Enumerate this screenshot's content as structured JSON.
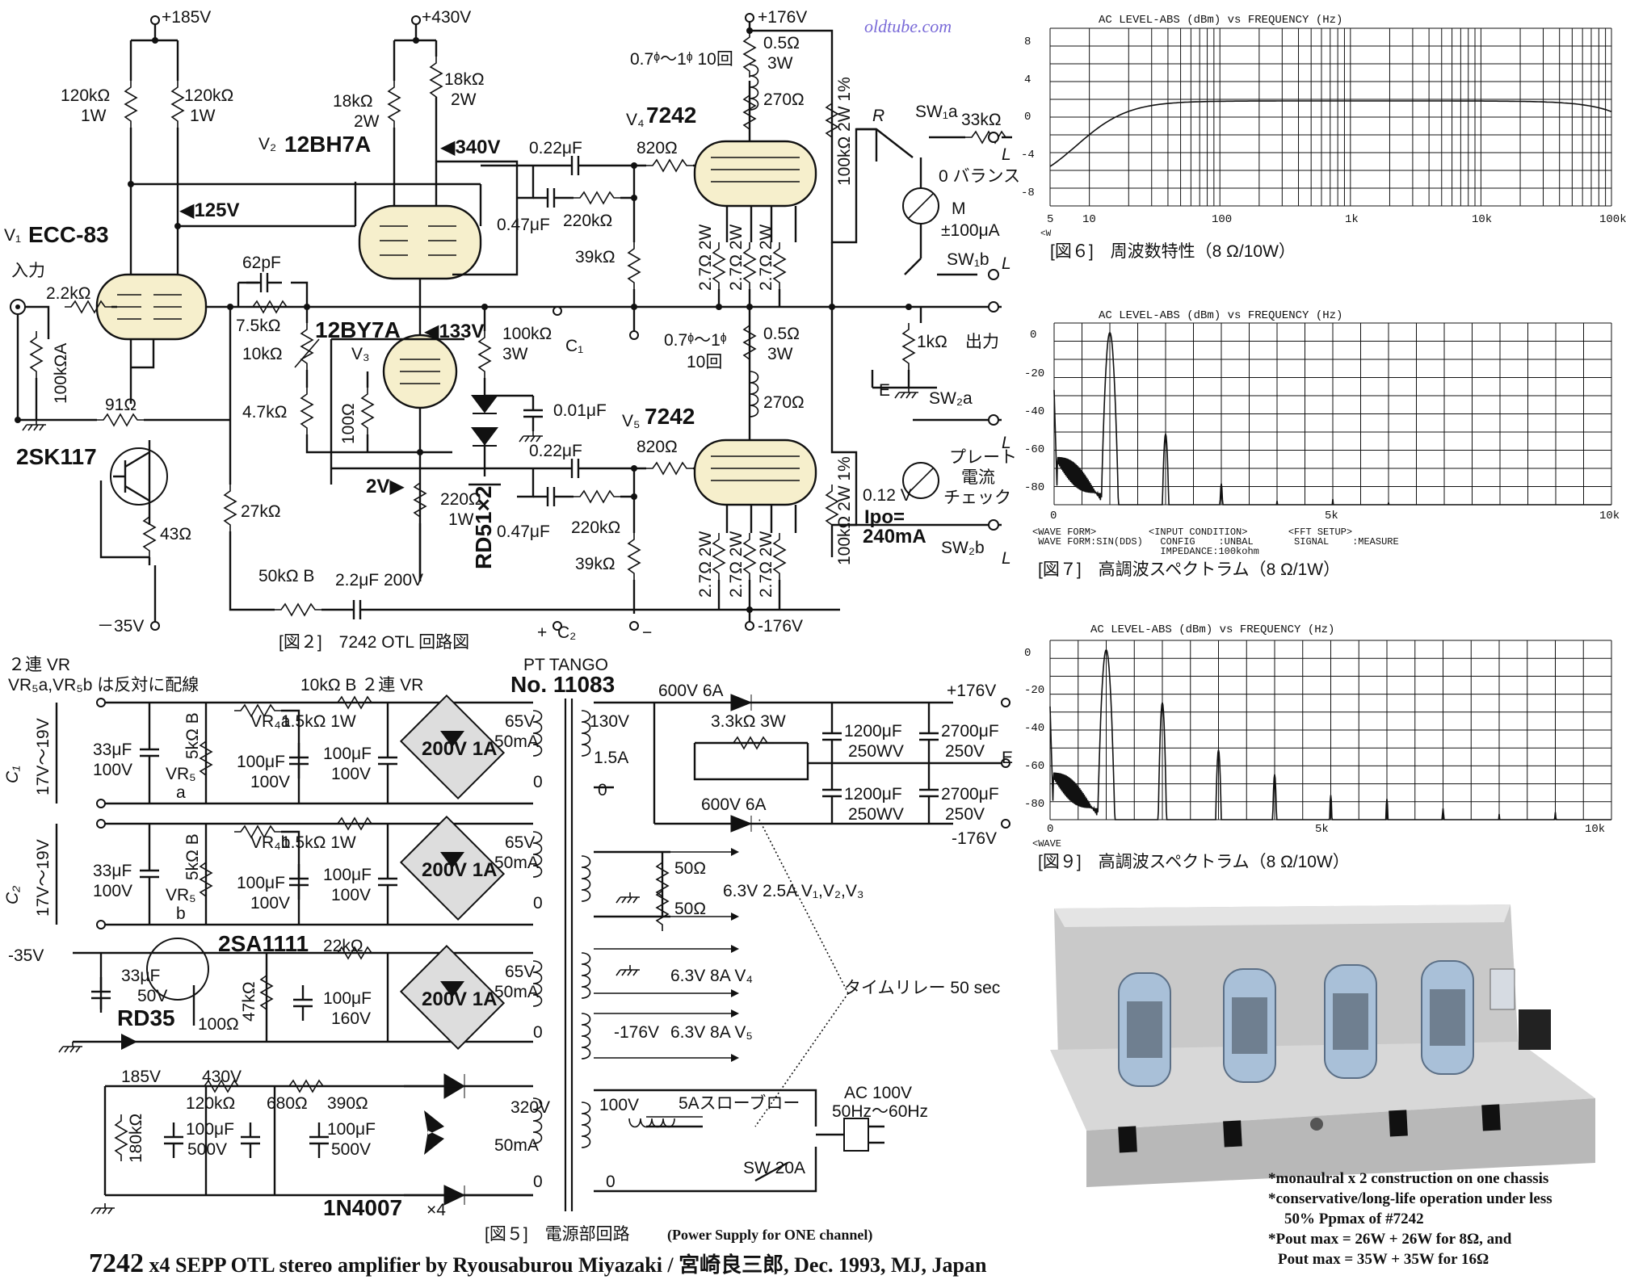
{
  "watermark": "oldtube.com",
  "main_circuit": {
    "caption": "[図２]　7242 OTL 回路図",
    "supplies": {
      "v185": "+185V",
      "v430": "+430V",
      "v176": "+176V",
      "vneg35": "－35V",
      "vneg176": "-176V"
    },
    "tubes": {
      "v1": {
        "ref": "V₁",
        "type": "ECC-83"
      },
      "v2": {
        "ref": "V₂",
        "type": "12BH7A"
      },
      "v3": {
        "ref": "V₃",
        "type": "12BY7A"
      },
      "v4": {
        "ref": "V₄",
        "type": "7242"
      },
      "v5": {
        "ref": "V₅",
        "type": "7242"
      }
    },
    "input_label": "入力",
    "output_label": "出力",
    "fet": "2SK117",
    "diode": "RD51×2",
    "components": {
      "r120k_a": "120kΩ",
      "r120k_a_w": "1W",
      "r120k_b": "120kΩ",
      "r120k_b_w": "1W",
      "r18k_a": "18kΩ",
      "r18k_a_w": "2W",
      "r18k_b": "18kΩ",
      "r18k_b_w": "2W",
      "v125": "◀125V",
      "v340": "◀340V",
      "v133": "◀133V",
      "v2v": "2V▶",
      "r2_2k": "2.2kΩ",
      "vr100k": "100kΩA",
      "r91": "91Ω",
      "r43": "43Ω",
      "r27k": "27kΩ",
      "c62p": "62pF",
      "r7_5k": "7.5kΩ",
      "vr10k": "10kΩ",
      "r4_7k": "4.7kΩ",
      "r100": "100Ω",
      "r220": "220Ω",
      "r220_w": "1W",
      "r100k3w": "100kΩ",
      "r100k3w_w": "3W",
      "c001": "0.01μF",
      "vr50kb": "50kΩ B",
      "c2_2": "2.2μF 200V",
      "c022a": "0.22μF",
      "c047a": "0.47μF",
      "r220k_a": "220kΩ",
      "r39k_a": "39kΩ",
      "r820_a": "820Ω",
      "c022b": "0.22μF",
      "c047b": "0.47μF",
      "r220k_b": "220kΩ",
      "r39k_b": "39kΩ",
      "r820_b": "820Ω",
      "wire_a": "0.7ᶲ～1ᶲ 10回",
      "wire_b1": "0.7ᶲ～1ᶲ",
      "wire_b2": "10回",
      "r05a": "0.5Ω",
      "r05a_w": "3W",
      "r270a": "270Ω",
      "r05b": "0.5Ω",
      "r05b_w": "3W",
      "r270b": "270Ω",
      "r2_7": "2.7Ω 2W",
      "r100k1": "100kΩ 2W 1%",
      "R": "R",
      "r33k": "33kΩ",
      "r1k": "1kΩ",
      "sw1a": "SW₁a",
      "sw1b": "SW₁b",
      "sw2a": "SW₂a",
      "sw2b": "SW₂b",
      "balance": "0 バランス",
      "meter": "M",
      "meter_range": "±100μA",
      "plate1": "プレート",
      "plate2": "電流",
      "plate3": "チェック",
      "v012": "0.12 V",
      "ipo1": "Ipo=",
      "ipo2": "240mA",
      "L": "L",
      "E": "E",
      "c1": "C₁",
      "c2": "C₂",
      "plus": "+",
      "minus": "−"
    }
  },
  "power_supply": {
    "caption": "[図５]　電源部回路",
    "caption_en": "(Power Supply for ONE channel)",
    "transformer": "PT TANGO",
    "transformer_no": "No. 11083",
    "notes": {
      "vr2": "２連 VR",
      "vr_wiring": "VR₅a,VR₅b は反対に配線",
      "vr10kb": "10kΩ B ２連 VR"
    },
    "c1_range": "17V～19V",
    "c2_range": "17V～19V",
    "labels": {
      "c33": "33μF",
      "c33v": "100V",
      "vr5kb": "5kΩ B",
      "vr5": "VR₅",
      "a": "a",
      "b": "b",
      "vr4a": "VR₄a",
      "vr4b": "VR₄b",
      "r15k": "1.5kΩ 1W",
      "c100": "100μF",
      "c100v": "100V",
      "bridge": "200V 1A",
      "t65": "65V",
      "t50ma": "50mA",
      "zero": "0",
      "neg35": "-35V",
      "q": "2SA1111",
      "c33_50": "33μF",
      "c33_50v": "50V",
      "rd35": "RD35",
      "r47k": "47kΩ",
      "r100": "100Ω",
      "r22k": "22kΩ",
      "c100_160": "100μF",
      "c100_160v": "160V",
      "v185": "185V",
      "r180k": "180kΩ",
      "v430": "430V",
      "r120k": "120kΩ",
      "c100_500": "100μF",
      "c100_500v": "500V",
      "r680": "680Ω",
      "r390": "390Ω",
      "t320": "320V",
      "t50ma2": "50mA",
      "diodes": "1N4007",
      "x4": "×4",
      "t130": "130V",
      "t15a": "1.5A",
      "d600a": "600V 6A",
      "d600b": "600V 6A",
      "r33k3w": "3.3kΩ 3W",
      "c1200a": "1200μF",
      "c1200a_v": "250WV",
      "c1200b": "1200μF",
      "c1200b_v": "250WV",
      "c2700a": "2700μF",
      "c2700a_v": "250V",
      "c2700b": "2700μF",
      "c2700b_v": "250V",
      "p176": "+176V",
      "n176": "-176V",
      "E": "E",
      "r50a": "50Ω",
      "r50b": "50Ω",
      "h1": "6.3V 2.5A  V₁,V₂,V₃",
      "h2": "6.3V 8A   V₄",
      "h3_v": "-176V",
      "h3": "6.3V 8A   V₅",
      "timer": "タイムリレー  50 sec",
      "t100": "100V",
      "fuse": "5Aスローブロー",
      "sw": "SW 20A",
      "ac1": "AC 100V",
      "ac2": "50Hz～60Hz"
    }
  },
  "graphs": [
    {
      "caption": "[図６]　周波数特性（8 Ω/10W）",
      "title": "AC LEVEL-ABS (dBm) vs FREQUENCY (Hz)",
      "y_ticks": [
        "8",
        "4",
        "0",
        "-4",
        "-8"
      ],
      "x_ticks": [
        "5",
        "10",
        "100",
        "1k",
        "10k",
        "100k"
      ],
      "x_unit": "<W"
    },
    {
      "caption": "[図７]　高調波スペクトラム（8 Ω/1W）",
      "title": "AC LEVEL-ABS (dBm) vs FREQUENCY (Hz)",
      "y_ticks": [
        "0",
        "-20",
        "-40",
        "-60",
        "-80"
      ],
      "x_ticks": [
        "0",
        "5k",
        "10k"
      ],
      "setup_line1": "<WAVE FORM>         <INPUT CONDITION>       <FFT SETUP>",
      "setup_line2": " WAVE FORM:SIN(DDS)   CONFIG    :UNBAL       SIGNAL    :MEASURE",
      "setup_line3": "                      IMPEDANCE:100kohm"
    },
    {
      "caption": "[図９]　高調波スペクトラム（8 Ω/10W）",
      "title": "AC LEVEL-ABS (dBm) vs FREQUENCY (Hz)",
      "y_ticks": [
        "0",
        "-20",
        "-40",
        "-60",
        "-80"
      ],
      "x_ticks": [
        "0",
        "5k",
        "10k"
      ],
      "x_unit": "<WAVE"
    }
  ],
  "notes": [
    "*monaulral x 2 construction on one chassis",
    "*conservative/long-life operation under less",
    "50% Ppmax of #7242",
    "*Pout max = 26W + 26W  for  8Ω,  and",
    "Pout max = 35W + 35W  for 16Ω"
  ],
  "footer": {
    "strong": "7242",
    "rest": " x4 SEPP OTL stereo amplifier by Ryousaburou Miyazaki / 宮崎良三郎, Dec. 1993, MJ, Japan"
  }
}
